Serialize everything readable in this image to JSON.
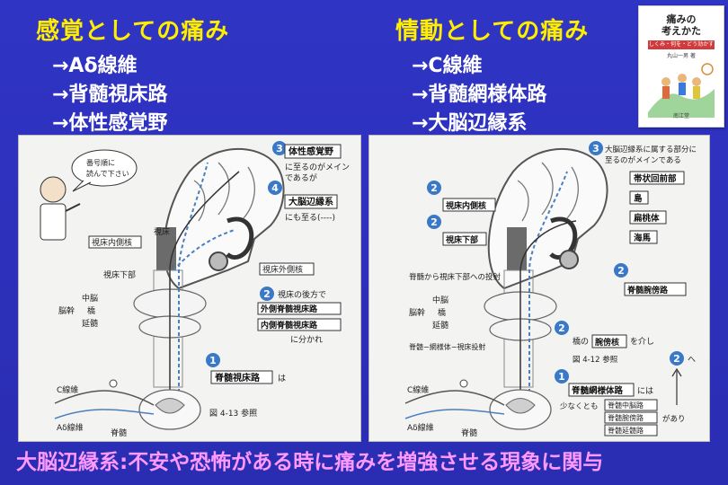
{
  "left": {
    "title": "感覚としての痛み",
    "bullets": [
      "→Aδ線維",
      "→背髄視床路",
      "→体性感覚野"
    ],
    "figure": {
      "speech": "番号順に\n読んで下さい",
      "markers": [
        "3",
        "4",
        "2",
        "1"
      ],
      "notes": {
        "sensory_cortex_box": "体性感覚野",
        "sensory_cortex_text1": "に至るのがメイン",
        "sensory_cortex_text2": "であるが",
        "limbic_box": "大脳辺縁系",
        "limbic_text": "にも至る(----)",
        "thalamus": "視床",
        "thal_medial": "視床内側核",
        "thal_lateral": "視床外側核",
        "hypothal": "視床下部",
        "posterior_text": "視床の後方で",
        "lat_spinothal": "外側脊髄視床路",
        "med_spinothal": "内側脊髄視床路",
        "branch_text": "に分かれ",
        "midbrain": "中脳",
        "pons": "橋",
        "medulla": "延髄",
        "brainstem": "脳幹",
        "spinothal_box": "脊髄視床路",
        "spinothal_text": "は",
        "c_fiber": "C線維",
        "ad_fiber": "Aδ線維",
        "spinal": "脊髄",
        "fig_ref": "図 4-13 参照"
      }
    }
  },
  "right": {
    "title": "情動としての痛み",
    "bullets": [
      "→C線維",
      "→背髄網様体路",
      "→大脳辺縁系"
    ],
    "figure": {
      "markers": [
        "3",
        "2",
        "2",
        "2",
        "2",
        "1",
        "2"
      ],
      "notes": {
        "limbic_text1": "大脳辺縁系に属する部分に",
        "limbic_text2": "至るのがメインである",
        "cingulate": "帯状回前部",
        "insula": "島",
        "amygdala": "扁桃体",
        "hippocampus": "海馬",
        "thal_medial": "視床内側核",
        "hypothal": "視床下部",
        "spinal_to_hypo": "脊髄から視床下部への投射",
        "parabrachial_tract": "脊髄腕傍路",
        "midbrain": "中脳",
        "pons": "橋",
        "medulla": "延髄",
        "brainstem": "脳幹",
        "via_pons": "橋の",
        "parabrachial_nucleus": "腕傍核",
        "via_text": "を介し",
        "reticulo": "脊髄−網様体−視床投射",
        "fig_ref": "図 4-12 参照",
        "reticular_box": "脊髄網様体路",
        "reticular_text": "には",
        "at_least": "少なくとも",
        "sub1": "脊髄中脳路",
        "sub2": "脊髄腕傍路",
        "sub3": "脊髄延髄路",
        "exist": "があり",
        "to2": "へ",
        "c_fiber": "C線維",
        "ad_fiber": "Aδ線維",
        "spinal": "脊髄"
      }
    }
  },
  "book": {
    "title": "痛みの\n考えかた",
    "band": "しくみ・何を・どう効かす",
    "author": "丸山一男 著",
    "publisher": "南江堂"
  },
  "bottom_note": "大脳辺縁系:不安や恐怖がある時に痛みを増強させる現象に関与",
  "colors": {
    "background": "#2b2fb8",
    "title": "#ffee00",
    "bullet": "#ffffff",
    "bottom_note": "#ff99ff",
    "marker": "#3a78c8"
  }
}
